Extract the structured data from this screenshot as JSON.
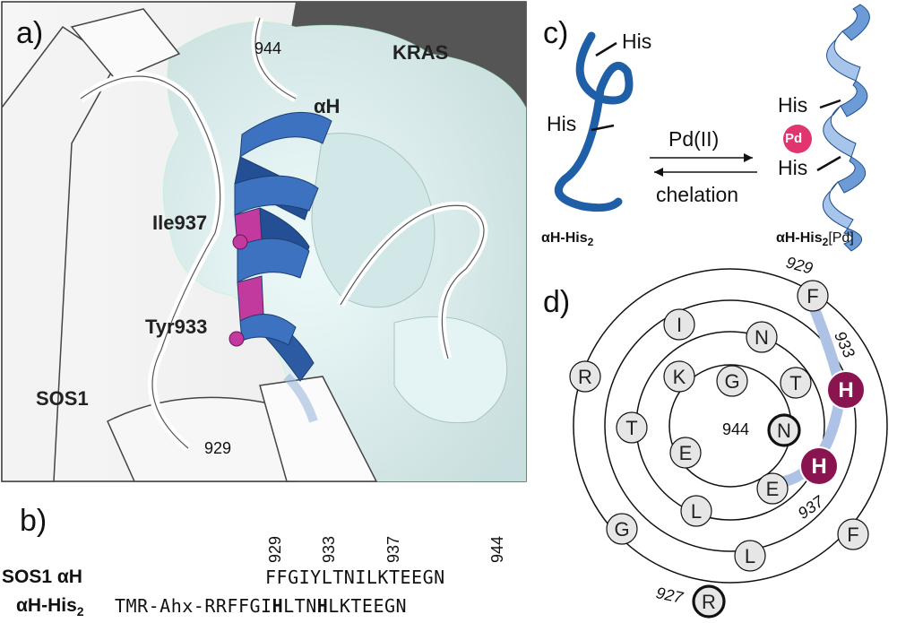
{
  "panels": {
    "a": {
      "label": "a)",
      "labels": {
        "kras": "KRAS",
        "sos1": "SOS1",
        "helix": "αH",
        "ile": "Ile937",
        "tyr": "Tyr933",
        "n944": "944",
        "n929": "929"
      }
    },
    "b": {
      "label": "b)",
      "ticks": [
        "929",
        "933",
        "937",
        "944"
      ],
      "rows": [
        {
          "name": "SOS1 αH",
          "seq": "FFGIYLTNILKTEEGN"
        },
        {
          "name_main": "αH-His",
          "name_sub": "2",
          "seq_pre": "TMR-Ahx-RRFFGI",
          "seq_b1": "H",
          "seq_mid": "LTN",
          "seq_b2": "H",
          "seq_post": "LKTEEGN"
        }
      ]
    },
    "c": {
      "label": "c)",
      "his": "His",
      "reagent": "Pd(II)",
      "process": "chelation",
      "pd": "Pd",
      "left_name": "αH-His",
      "left_sub": "2",
      "right_name": "αH-His",
      "right_sub": "2",
      "right_suffix": "[Pd]"
    },
    "d": {
      "label": "d)",
      "residues": [
        {
          "t": "F"
        },
        {
          "t": "I"
        },
        {
          "t": "N"
        },
        {
          "t": "R"
        },
        {
          "t": "K"
        },
        {
          "t": "G"
        },
        {
          "t": "T"
        },
        {
          "t": "H",
          "h": true
        },
        {
          "t": "T"
        },
        {
          "t": "N",
          "center": true
        },
        {
          "t": "E"
        },
        {
          "t": "H",
          "h": true
        },
        {
          "t": "E"
        },
        {
          "t": "G"
        },
        {
          "t": "L"
        },
        {
          "t": "F"
        },
        {
          "t": "L"
        },
        {
          "t": "R",
          "start": true
        }
      ],
      "nums": {
        "n929": "929",
        "n933": "933",
        "n944": "944",
        "n937": "937",
        "n927": "927"
      }
    },
    "colors": {
      "helix": "#2f66b3",
      "magenta": "#c23a9e",
      "his": "#8a1450",
      "pd": "#e0356f",
      "surface": "#dff1f1"
    }
  }
}
